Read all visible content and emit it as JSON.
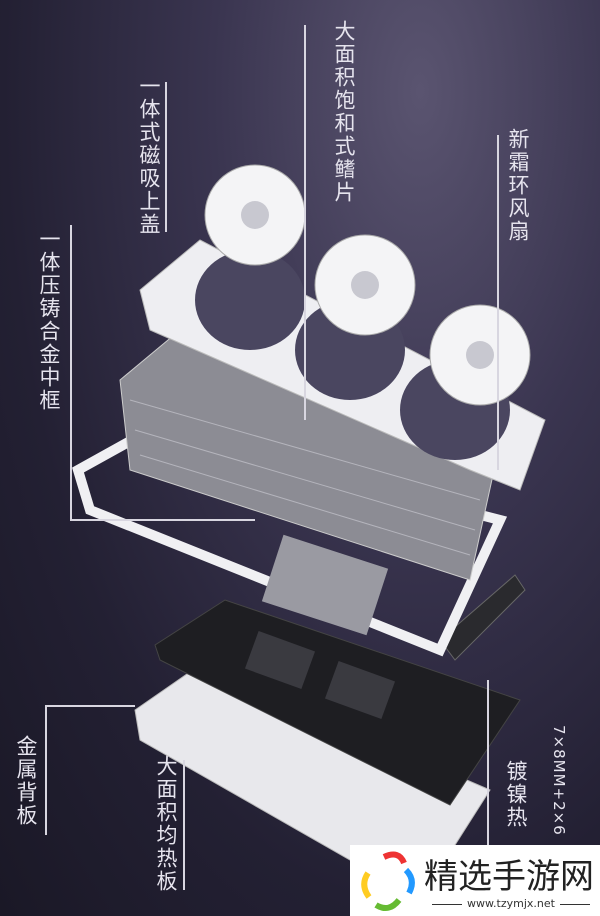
{
  "labels": {
    "top_cover": "一体式磁吸上盖",
    "fins": "大面积饱和式鳍片",
    "fans": "新霜环风扇",
    "mid_frame": "一体压铸合金中框",
    "backplate": "金属背板",
    "vapor_chamber": "大面积均热板",
    "heatpipes": "镀镍热",
    "heatpipe_spec": "7×8MM+2×6"
  },
  "watermark": {
    "title": "精选手游网",
    "url": "www.tzymjx.net"
  },
  "colors": {
    "background": "#2a2638",
    "label": "#e6e4ee"
  }
}
